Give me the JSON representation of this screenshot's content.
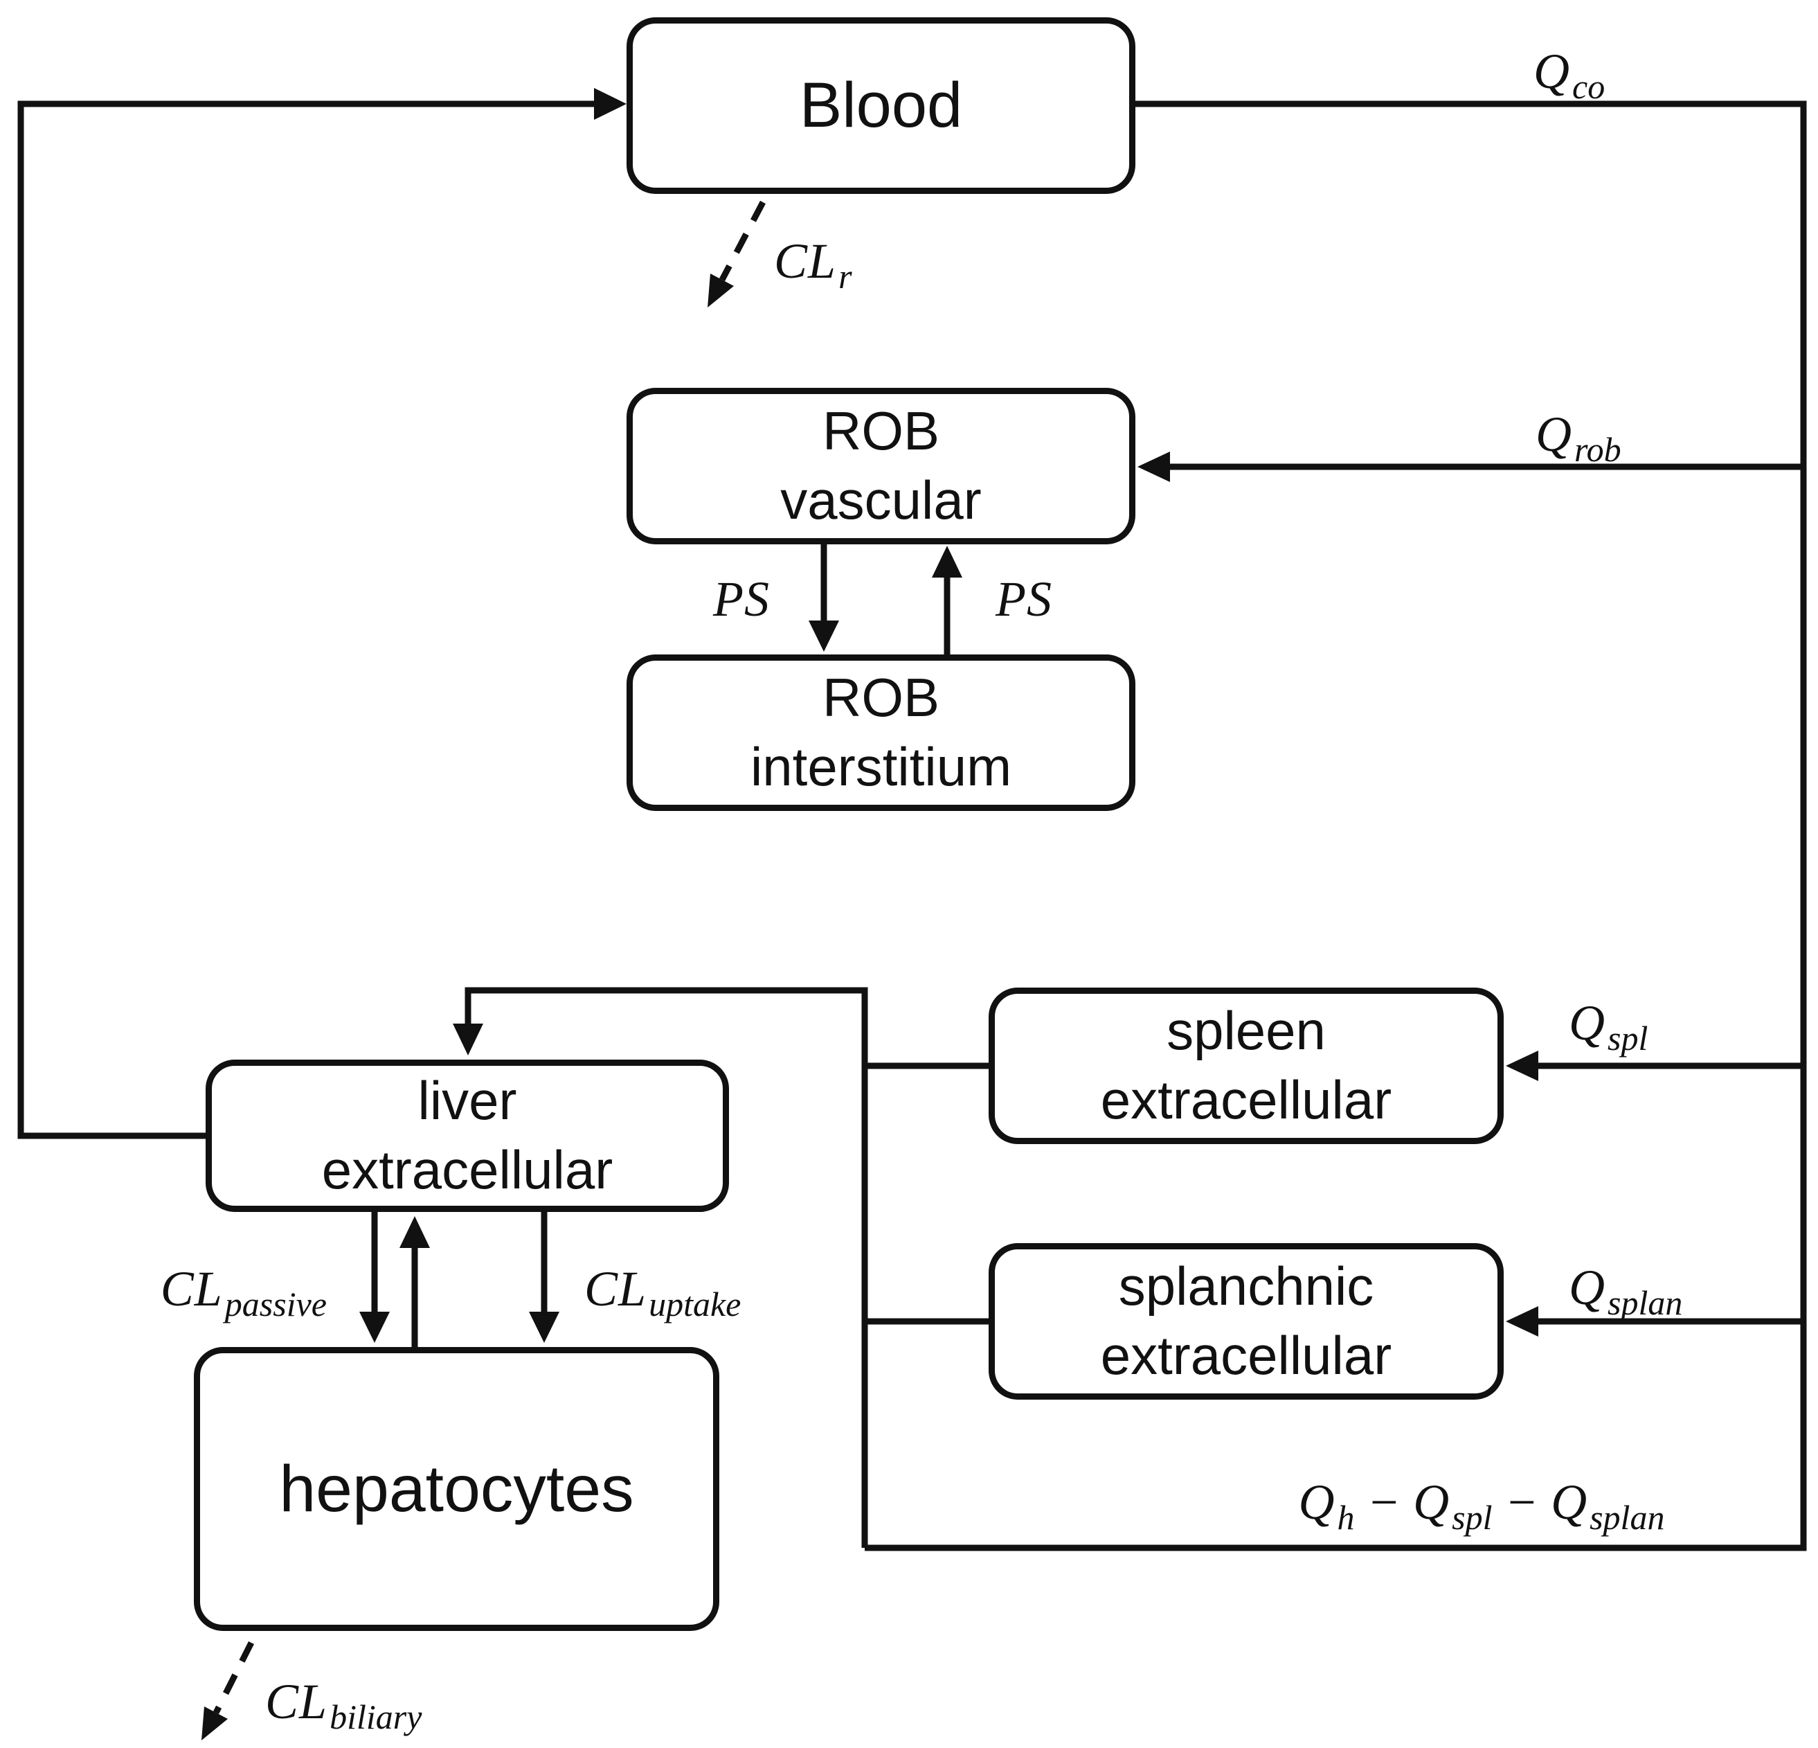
{
  "diagram": {
    "compartments": {
      "blood": {
        "label": "Blood"
      },
      "rob_vascular": {
        "line1": "ROB",
        "line2": "vascular"
      },
      "rob_interstitium": {
        "line1": "ROB",
        "line2": "interstitium"
      },
      "liver_extracellular": {
        "line1": "liver",
        "line2": "extracellular"
      },
      "hepatocytes": {
        "label": "hepatocytes"
      },
      "spleen_extracellular": {
        "line1": "spleen",
        "line2": "extracellular"
      },
      "splanchnic_extracellular": {
        "line1": "splanchnic",
        "line2": "extracellular"
      }
    },
    "flow_labels": {
      "q_co": {
        "base": "Q",
        "sub": "co"
      },
      "q_rob": {
        "base": "Q",
        "sub": "rob"
      },
      "q_spl": {
        "base": "Q",
        "sub": "spl"
      },
      "q_splan": {
        "base": "Q",
        "sub": "splan"
      },
      "q_hepatic": {
        "b1": "Q",
        "s1": "h",
        "op1": "−",
        "b2": "Q",
        "s2": "spl",
        "op2": "−",
        "b3": "Q",
        "s3": "splan"
      },
      "cl_r": {
        "base": "CL",
        "sub": "r"
      },
      "cl_passive": {
        "base": "CL",
        "sub": "passive"
      },
      "cl_uptake": {
        "base": "CL",
        "sub": "uptake"
      },
      "cl_biliary": {
        "base": "CL",
        "sub": "biliary"
      },
      "ps_in": {
        "base": "PS"
      },
      "ps_out": {
        "base": "PS"
      }
    },
    "colors": {
      "line": "#111111",
      "text": "#111111",
      "background": "#ffffff"
    }
  }
}
